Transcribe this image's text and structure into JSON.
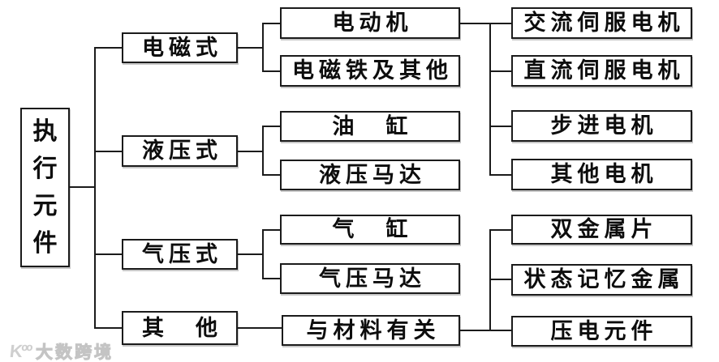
{
  "diagram": {
    "root": {
      "label": "执行元件"
    },
    "level1": {
      "electromagnetic": "电磁式",
      "hydraulic": "液压式",
      "pneumatic": "气压式",
      "other": "其　他"
    },
    "level2": {
      "motor": "电动机",
      "solenoid_and_others": "电磁铁及其他",
      "oil_cylinder": "油　缸",
      "hydraulic_motor": "液压马达",
      "air_cylinder": "气　缸",
      "pneumatic_motor": "气压马达",
      "material_related": "与材料有关"
    },
    "level3": {
      "ac_servo_motor": "交流伺服电机",
      "dc_servo_motor": "直流伺服电机",
      "stepper_motor": "步进电机",
      "other_motor": "其他电机",
      "bimetal_strip": "双金属片",
      "shape_memory_metal": "状态记忆金属",
      "piezo_element": "压电元件"
    },
    "colors": {
      "border": "#1b1b1b",
      "background": "#ffffff",
      "text": "#0d0d0d",
      "watermark": "#cfcfcf"
    }
  },
  "watermark": {
    "logo": "Kºº",
    "text": "大数跨境"
  }
}
